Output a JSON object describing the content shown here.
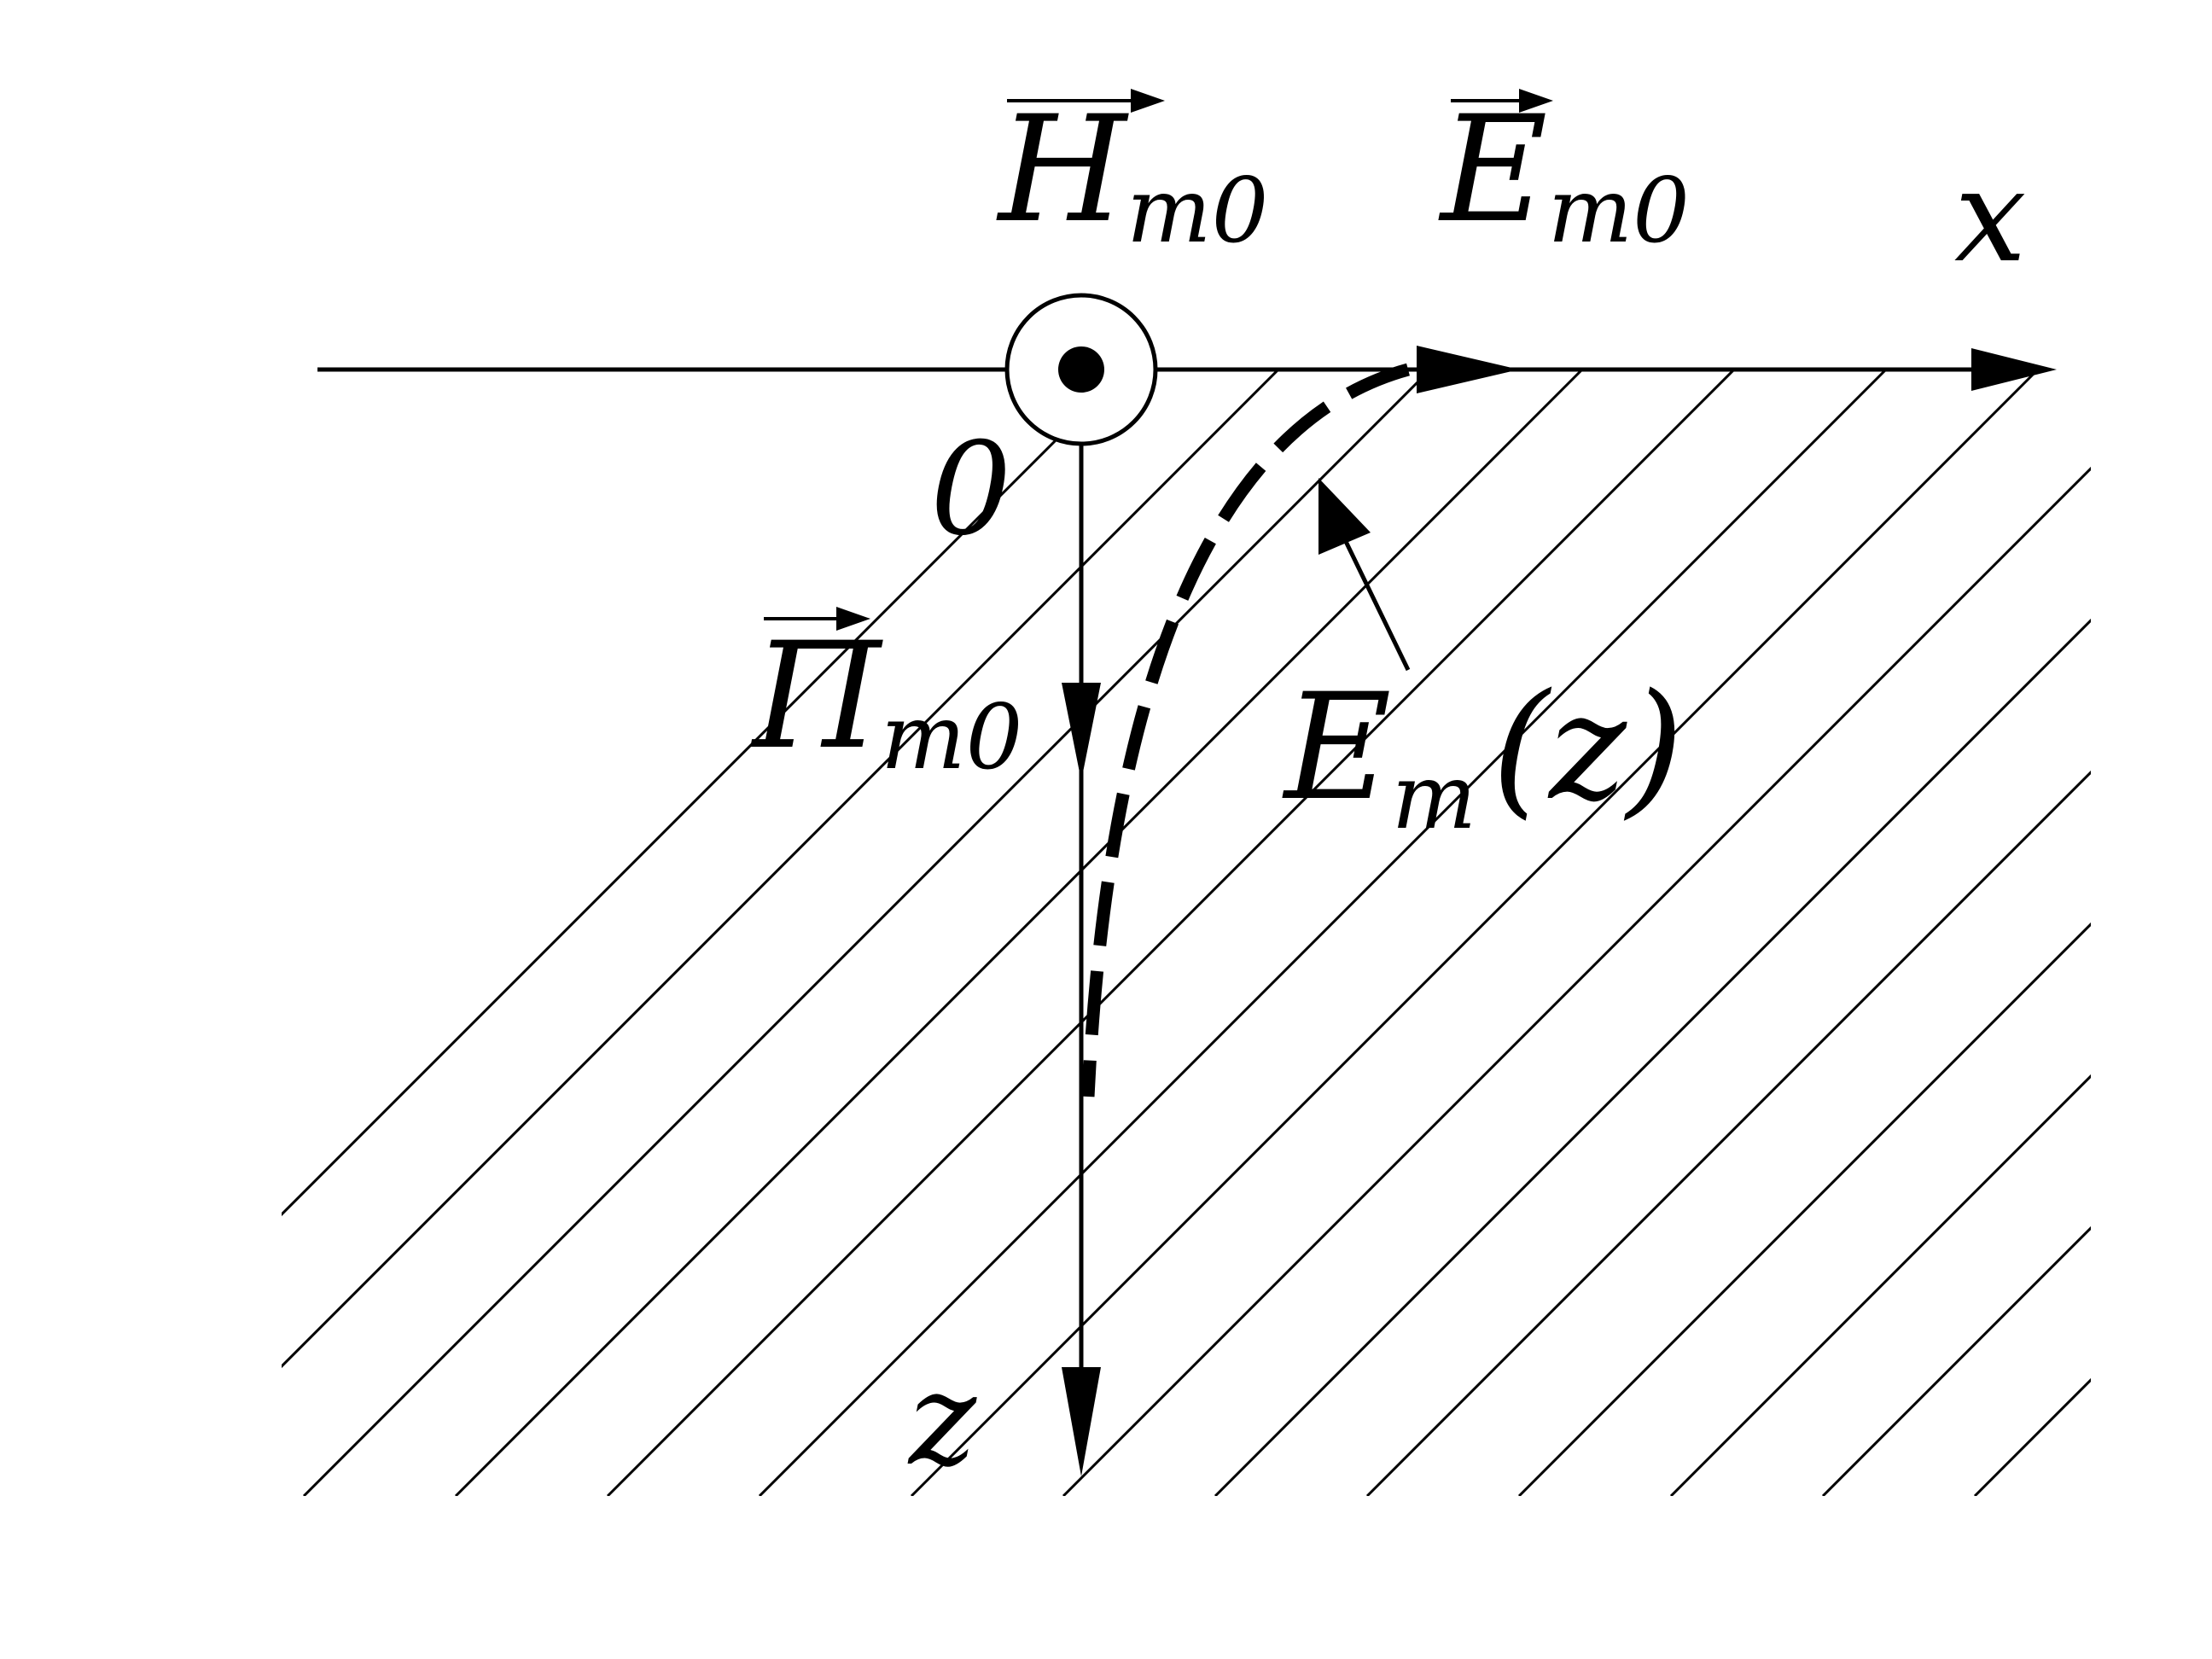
{
  "labels": {
    "h_field": {
      "main": "H",
      "sub": "m0"
    },
    "e_field": {
      "main": "E",
      "sub": "m0"
    },
    "poynting": {
      "main": "Π",
      "sub": "m0"
    },
    "e_depth": {
      "main": "E",
      "sub": "m",
      "arg": "(z)"
    },
    "x_axis": "x",
    "z_axis": "z",
    "origin": "0"
  },
  "colors": {
    "stroke": "#000000",
    "background": "#ffffff"
  }
}
